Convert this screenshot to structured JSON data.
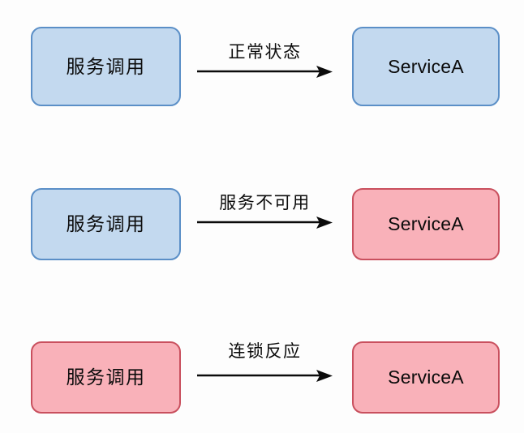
{
  "diagram": {
    "title": "service-call-cascading-failure",
    "background_color": "#fdfdfd",
    "colors": {
      "blue_fill": "#c3d9ef",
      "blue_border": "#5b8fc7",
      "pink_fill": "#f9b1b9",
      "pink_border": "#c9505e",
      "arrow": "#0b0b0b",
      "text": "#0b0b0b"
    },
    "rows": [
      {
        "id": "row-normal",
        "source_label": "服务调用",
        "source_state": "blue",
        "edge_label": "正常状态",
        "target_label": "ServiceA",
        "target_state": "blue"
      },
      {
        "id": "row-unavailable",
        "source_label": "服务调用",
        "source_state": "blue",
        "edge_label": "服务不可用",
        "target_label": "ServiceA",
        "target_state": "pink"
      },
      {
        "id": "row-cascade",
        "source_label": "服务调用",
        "source_state": "pink",
        "edge_label": "连锁反应",
        "target_label": "ServiceA",
        "target_state": "pink"
      }
    ]
  }
}
